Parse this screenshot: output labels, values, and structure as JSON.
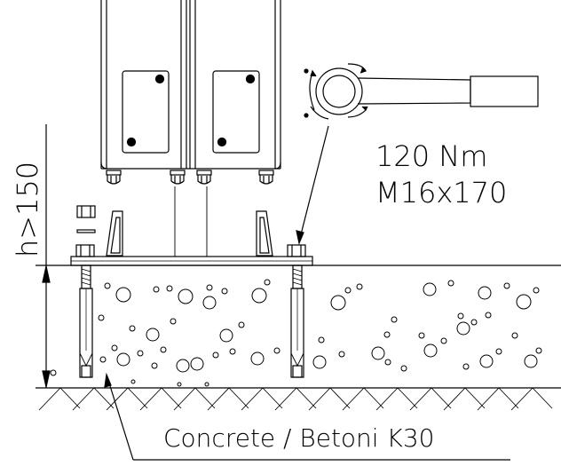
{
  "labels": {
    "height": "h>150",
    "torque": "120 Nm",
    "bolt": "M16x170",
    "concrete": "Concrete / Betoni K30"
  },
  "colors": {
    "line": "#000000",
    "background": "#ffffff"
  }
}
